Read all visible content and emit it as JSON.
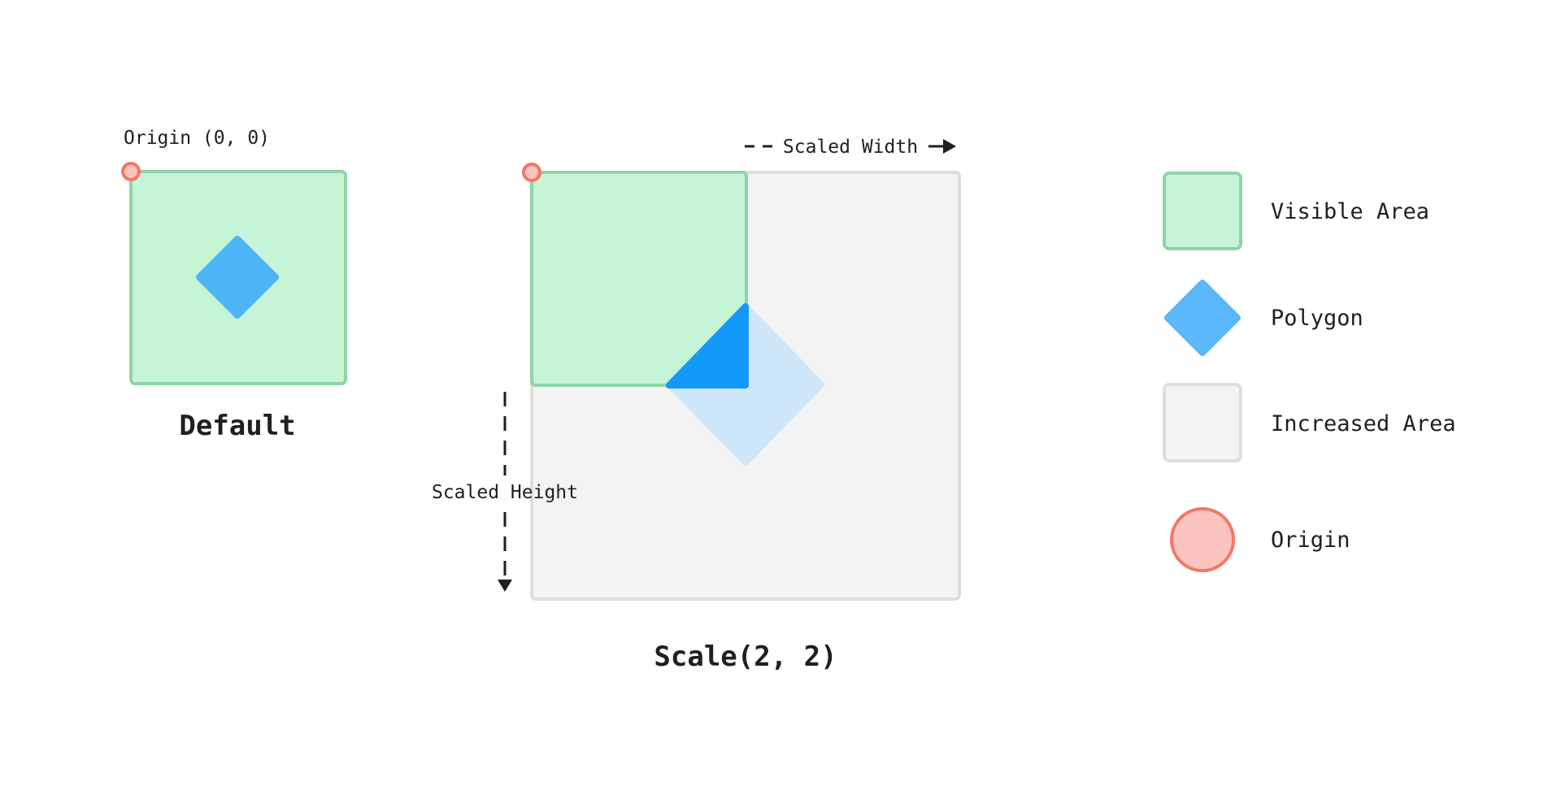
{
  "colors": {
    "visible_fill": "#c5f4d6",
    "visible_stroke": "#8fd4a8",
    "polygon": "#4db5f6",
    "polygon_clipped": "#1399f9",
    "polygon_faded": "#cfe7fb",
    "increased_fill": "#f3f3f3",
    "increased_stroke": "#dedede",
    "origin_fill": "#fcc4c0",
    "origin_stroke": "#f47766",
    "arrow": "#1f1f1f",
    "text": "#1f1f1f"
  },
  "default_panel": {
    "origin_label": "Origin (0, 0)",
    "caption": "Default"
  },
  "scaled_panel": {
    "width_label": "Scaled Width",
    "height_label": "Scaled Height",
    "caption": "Scale(2, 2)"
  },
  "legend": {
    "items": [
      {
        "label": "Visible Area",
        "icon": "visible-area-swatch"
      },
      {
        "label": "Polygon",
        "icon": "polygon-diamond"
      },
      {
        "label": "Increased Area",
        "icon": "increased-area-swatch"
      },
      {
        "label": "Origin",
        "icon": "origin-circle"
      }
    ]
  }
}
